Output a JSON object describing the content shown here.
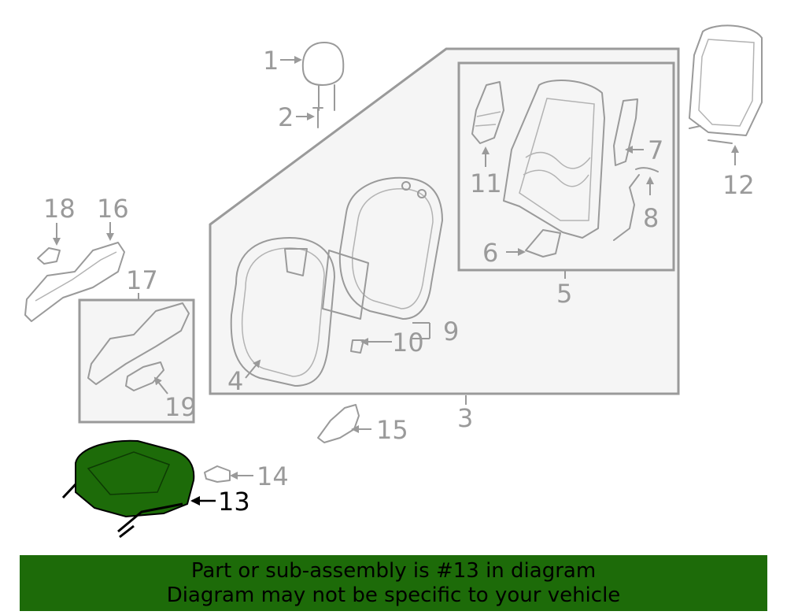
{
  "callouts": {
    "c1": "1",
    "c2": "2",
    "c3": "3",
    "c4": "4",
    "c5": "5",
    "c6": "6",
    "c7": "7",
    "c8": "8",
    "c9": "9",
    "c10": "10",
    "c11": "11",
    "c12": "12",
    "c13": "13",
    "c14": "14",
    "c15": "15",
    "c16": "16",
    "c17": "17",
    "c18": "18",
    "c19": "19"
  },
  "highlighted_part": "13",
  "colors": {
    "highlight_fill": "#1d6b09",
    "line_gray": "#9a9a9a",
    "box_fill": "#f5f5f5",
    "banner_bg": "#1d6b09"
  },
  "banner": {
    "line1": "Part or sub-assembly is #13 in diagram",
    "line2": "Diagram may not be specific to your vehicle"
  }
}
